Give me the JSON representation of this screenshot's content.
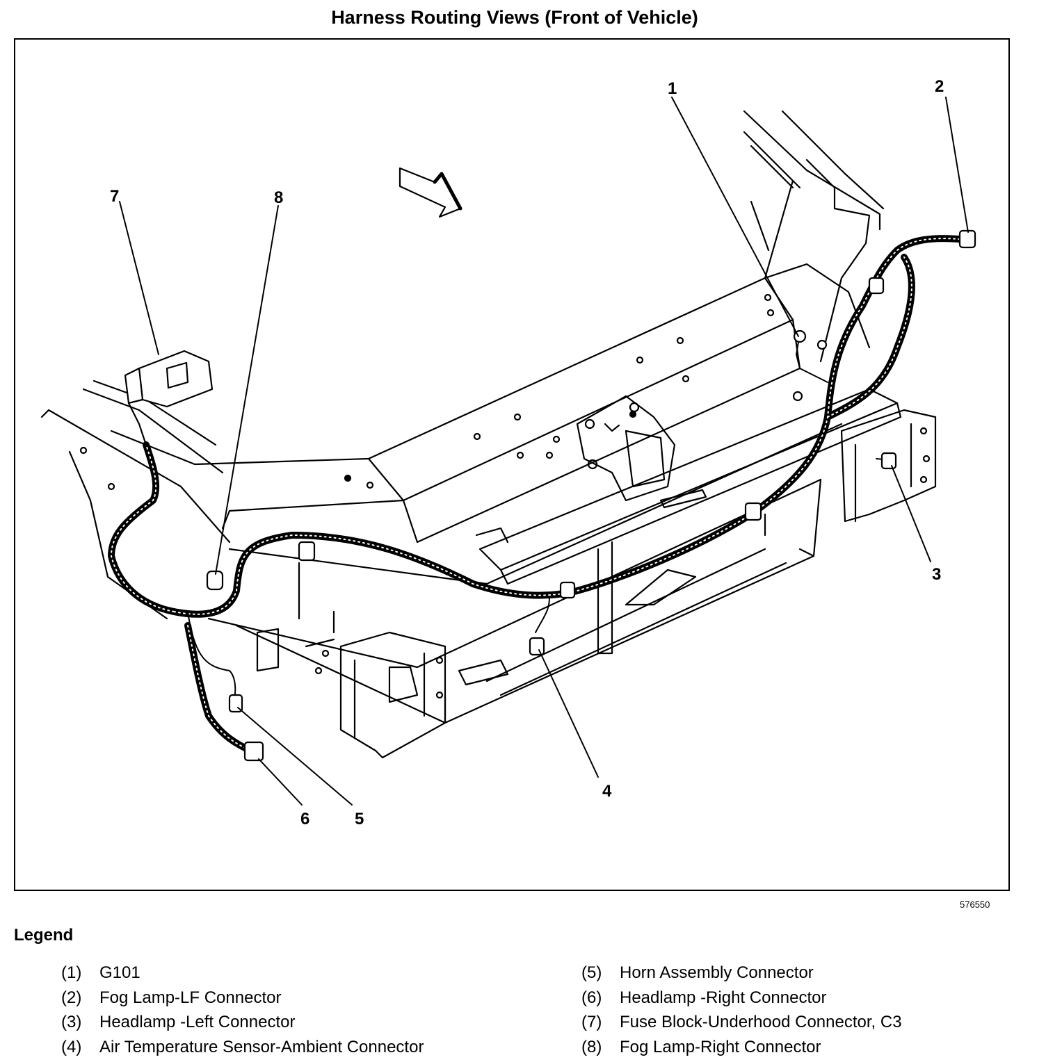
{
  "title": "Harness Routing Views (Front of Vehicle)",
  "figure_id": "576550",
  "callouts": [
    "1",
    "2",
    "3",
    "4",
    "5",
    "6",
    "7",
    "8"
  ],
  "legend": {
    "title": "Legend",
    "items": [
      {
        "num": "(1)",
        "label": "G101"
      },
      {
        "num": "(2)",
        "label": "Fog Lamp-LF Connector"
      },
      {
        "num": "(3)",
        "label": "Headlamp -Left Connector"
      },
      {
        "num": "(4)",
        "label": "Air Temperature Sensor-Ambient Connector"
      },
      {
        "num": "(5)",
        "label": "Horn Assembly Connector"
      },
      {
        "num": "(6)",
        "label": "Headlamp -Right Connector"
      },
      {
        "num": "(7)",
        "label": "Fuse Block-Underhood Connector, C3"
      },
      {
        "num": "(8)",
        "label": "Fog Lamp-Right Connector"
      }
    ]
  }
}
